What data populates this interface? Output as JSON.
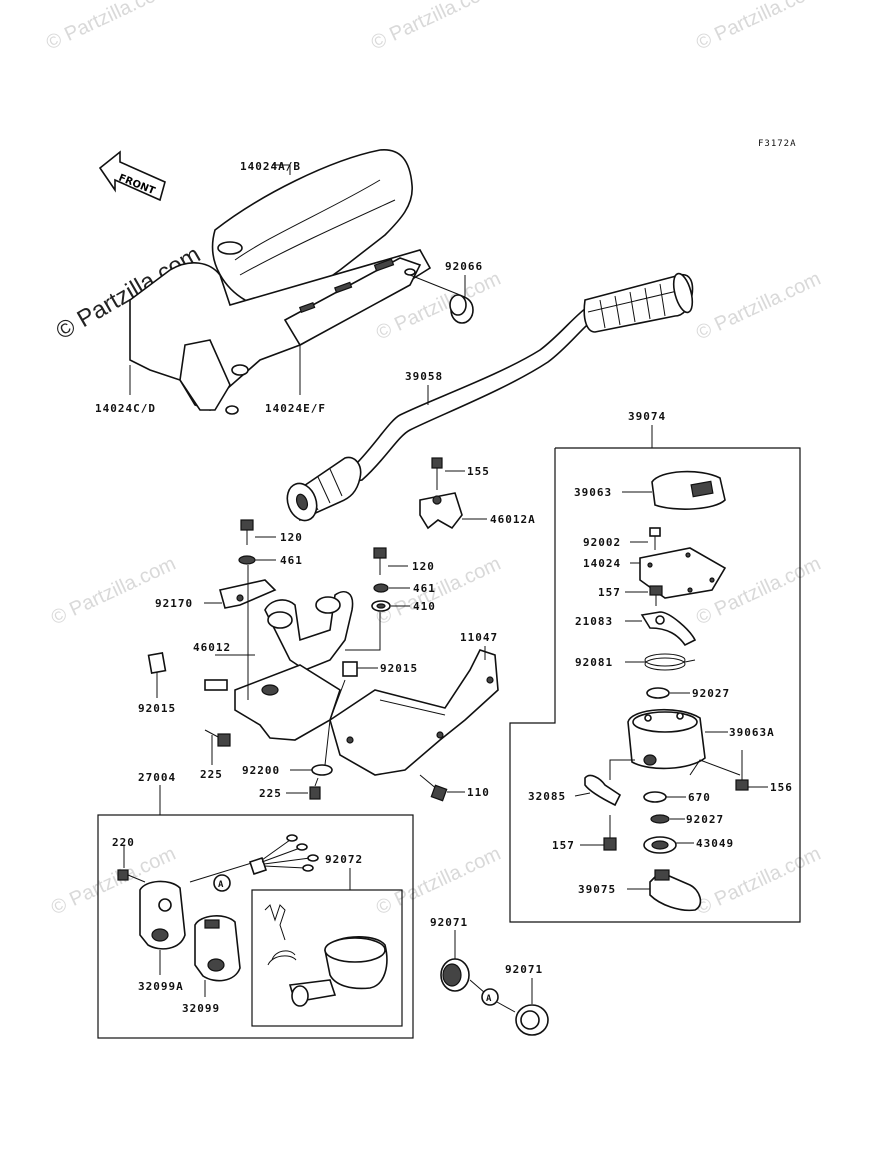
{
  "diagram_code": "F3172A",
  "front_label": "FRONT",
  "watermark_text": "© Partzilla.com",
  "callouts": {
    "p14024ab": "14024A/B",
    "p14024cd": "14024C/D",
    "p14024ef": "14024E/F",
    "p92066": "92066",
    "p39058": "39058",
    "p39074": "39074",
    "p39063": "39063",
    "p92002": "92002",
    "p14024": "14024",
    "p157a": "157",
    "p21083": "21083",
    "p92081": "92081",
    "p92027a": "92027",
    "p39063a": "39063A",
    "p156": "156",
    "p32085": "32085",
    "p670": "670",
    "p92027b": "92027",
    "p157b": "157",
    "p43049": "43049",
    "p39075": "39075",
    "p155": "155",
    "p46012a": "46012A",
    "p120a": "120",
    "p461a": "461",
    "p120b": "120",
    "p461b": "461",
    "p410": "410",
    "p92170": "92170",
    "p46012": "46012",
    "p11047": "11047",
    "p92015a": "92015",
    "p92015b": "92015",
    "p225a": "225",
    "p92200": "92200",
    "p225b": "225",
    "p110": "110",
    "p27004": "27004",
    "p220": "220",
    "p92072": "92072",
    "p32099a": "32099A",
    "p32099": "32099",
    "p92071a": "92071",
    "p92071b": "92071",
    "refA1": "A",
    "refA2": "A"
  }
}
